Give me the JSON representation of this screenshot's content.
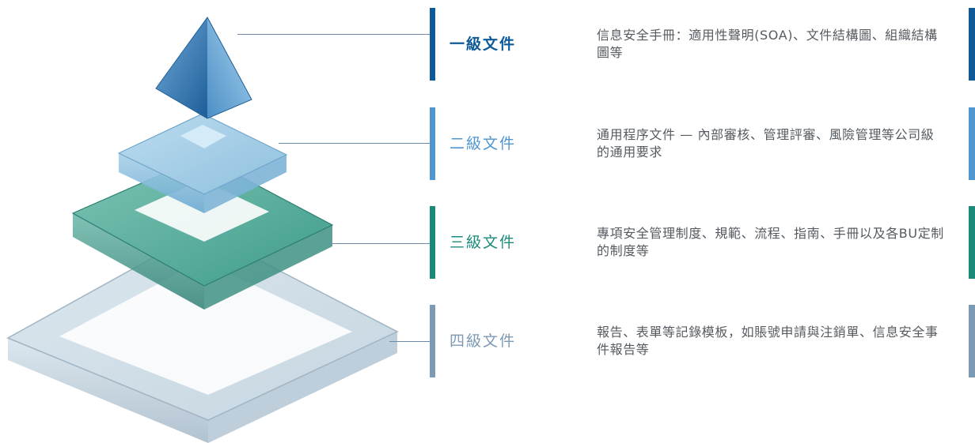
{
  "levels": [
    {
      "label": "一級文件",
      "description": "信息安全手冊：適用性聲明(SOA)、文件結構圖、組織結構圖等",
      "color": "#0f5a96"
    },
    {
      "label": "二級文件",
      "description": "通用程序文件 — 內部審核、管理評審、風險管理等公司級的通用要求",
      "color": "#4f95d0"
    },
    {
      "label": "三級文件",
      "description": "專項安全管理制度、規範、流程、指南、手冊以及各BU定制的制度等",
      "color": "#1b8a7b"
    },
    {
      "label": "四級文件",
      "description": "報告、表單等記錄模板，如賬號申請與注銷單、信息安全事件報告等",
      "color": "#7d9ab4"
    }
  ],
  "connector_color": "#6d89a8"
}
